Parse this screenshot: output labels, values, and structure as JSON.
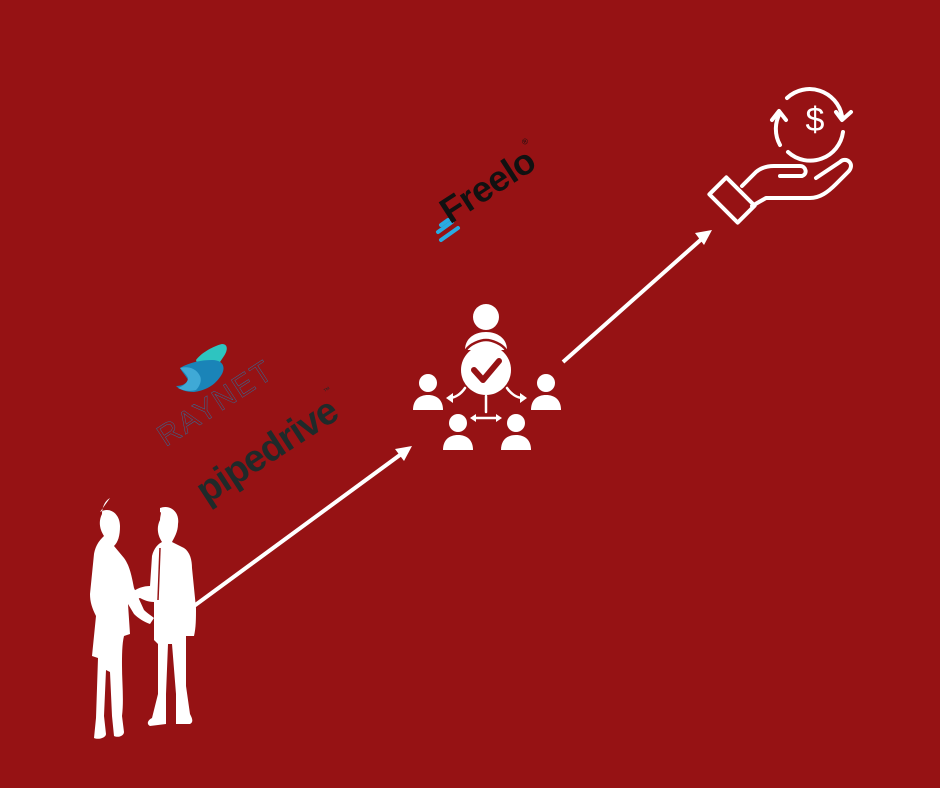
{
  "diagram": {
    "type": "process-flow",
    "background_color": "#961214",
    "foreground_color": "#ffffff",
    "steps": [
      {
        "id": "deal",
        "icon": "handshake-business-people-icon",
        "description": "Two business people shaking hands"
      },
      {
        "id": "team",
        "icon": "team-task-assignment-icon",
        "description": "Manager with checkmark distributing to four team members"
      },
      {
        "id": "payment",
        "icon": "hand-receiving-money-icon",
        "description": "Hand holding circular dollar exchange"
      }
    ],
    "connectors": [
      {
        "from": "deal",
        "to": "team",
        "style": "arrow"
      },
      {
        "from": "team",
        "to": "payment",
        "style": "arrow"
      }
    ],
    "logos": {
      "freelo": {
        "label": "Freelo",
        "mark": "®",
        "text_color": "#111111",
        "accent_color": "#29abe2"
      },
      "raynet": {
        "label": "RAYNET",
        "text_color": "#1a84b8",
        "accent_colors": [
          "#2ec4c0",
          "#1a84b8",
          "#3fa9d6"
        ]
      },
      "pipedrive": {
        "label": "pipedrive",
        "mark": "™",
        "text_color": "#1f2a2a"
      }
    }
  }
}
